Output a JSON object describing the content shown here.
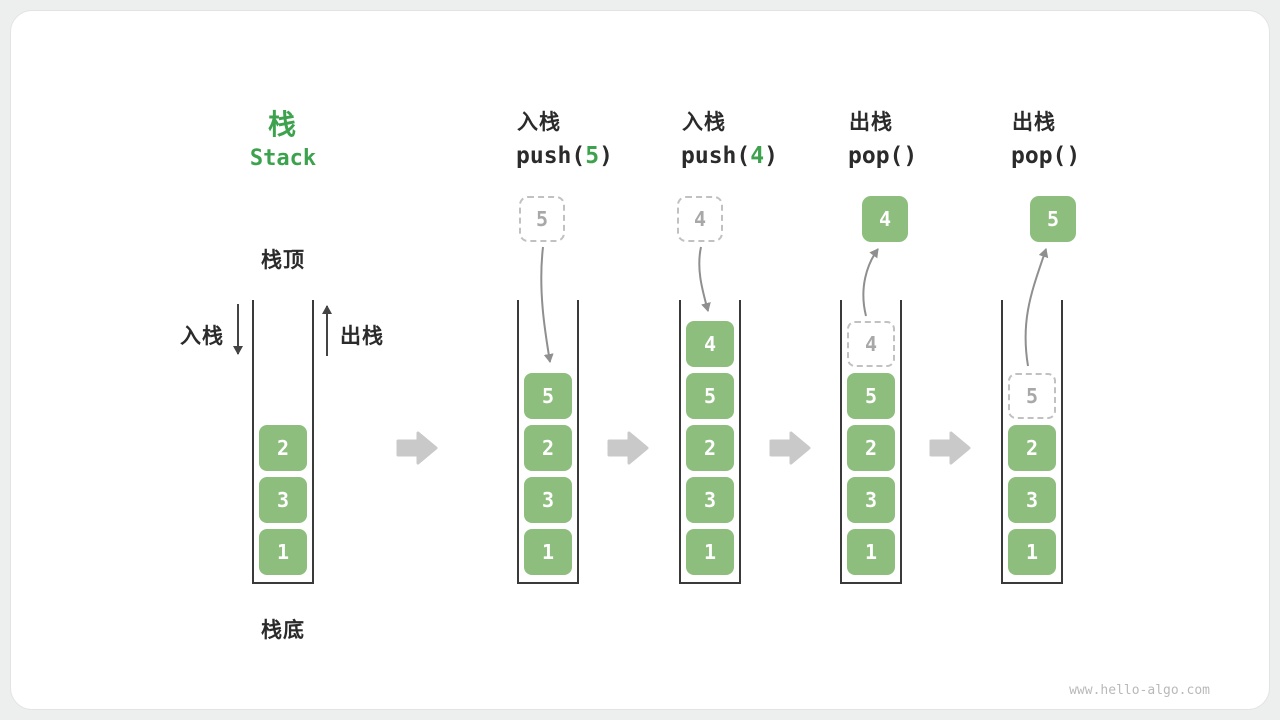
{
  "title": {
    "zh": "栈",
    "en": "Stack"
  },
  "labels": {
    "stack_top": "栈顶",
    "stack_bottom": "栈底",
    "push": "入栈",
    "pop": "出栈"
  },
  "watermark": "www.hello-algo.com",
  "colors": {
    "cell_green": "#8dbe7d",
    "accent_green": "#3da24e",
    "ink": "#2b2b2b",
    "wall_gray": "#3a3a3a",
    "flow_gray": "#c9c9c9",
    "arrow_gray": "#8f8f8f",
    "small_arrow": "#444444"
  },
  "icons": {
    "flow_arrow": "block-right-arrow",
    "push_arrow": "curved-down-arrow",
    "pop_arrow": "curved-up-arrow",
    "push_direction": "straight-down-arrow",
    "pop_direction": "straight-up-arrow"
  },
  "columns": [
    {
      "name": "initial",
      "cells": [
        {
          "value": "2"
        },
        {
          "value": "3"
        },
        {
          "value": "1"
        }
      ]
    },
    {
      "name": "push-5",
      "header": {
        "zh": "入栈",
        "code_pre": "push(",
        "code_arg": "5",
        "code_suf": ")"
      },
      "float_box": {
        "value": "5",
        "variant": "ghost"
      },
      "cells": [
        {
          "value": "5"
        },
        {
          "value": "2"
        },
        {
          "value": "3"
        },
        {
          "value": "1"
        }
      ]
    },
    {
      "name": "push-4",
      "header": {
        "zh": "入栈",
        "code_pre": "push(",
        "code_arg": "4",
        "code_suf": ")"
      },
      "float_box": {
        "value": "4",
        "variant": "ghost"
      },
      "cells": [
        {
          "value": "4"
        },
        {
          "value": "5"
        },
        {
          "value": "2"
        },
        {
          "value": "3"
        },
        {
          "value": "1"
        }
      ]
    },
    {
      "name": "pop-4",
      "header": {
        "zh": "出栈",
        "code_pre": "pop(",
        "code_arg": "",
        "code_suf": ")"
      },
      "float_box": {
        "value": "4",
        "variant": "solid"
      },
      "cells": [
        {
          "value": "4",
          "variant": "ghost"
        },
        {
          "value": "5"
        },
        {
          "value": "2"
        },
        {
          "value": "3"
        },
        {
          "value": "1"
        }
      ]
    },
    {
      "name": "pop-5",
      "header": {
        "zh": "出栈",
        "code_pre": "pop(",
        "code_arg": "",
        "code_suf": ")"
      },
      "float_box": {
        "value": "5",
        "variant": "solid"
      },
      "cells": [
        {
          "value": "5",
          "variant": "ghost"
        },
        {
          "value": "2"
        },
        {
          "value": "3"
        },
        {
          "value": "1"
        }
      ]
    }
  ]
}
